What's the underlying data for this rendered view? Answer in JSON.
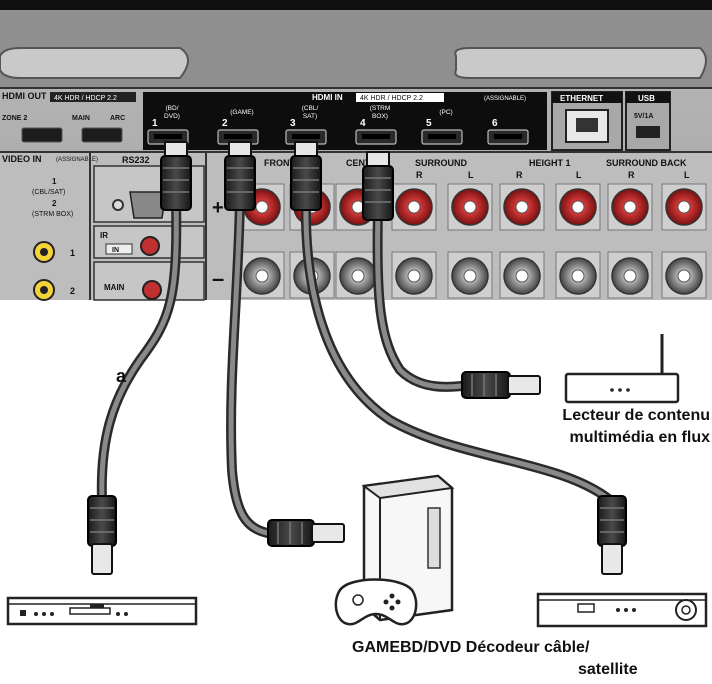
{
  "panel": {
    "hdmi_out": "HDMI OUT",
    "hdmi_out_spec": "4K HDR / HDCP 2.2",
    "zone2": "ZONE 2",
    "main": "MAIN",
    "arc": "ARC",
    "hdmi_in": "HDMI IN",
    "hdmi_in_spec": "4K HDR / HDCP 2.2",
    "assignable": "(ASSIGNABLE)",
    "ethernet": "ETHERNET",
    "usb": "USB",
    "usb_spec": "5V/1A",
    "video_in": "VIDEO IN",
    "video_in_note": "(ASSIGNABLE)",
    "video_in_1": "1",
    "video_in_1_sub": "(CBL/SAT)",
    "video_in_2": "2",
    "video_in_2_sub": "(STRM BOX)",
    "rs232": "RS232",
    "ir": "IR",
    "ir_in": "IN",
    "main_assignable": "MAIN",
    "front": "FRONT",
    "center": "CENTER",
    "surround": "SURROUND",
    "height1": "HEIGHT 1",
    "surround_back": "SURROUND BACK",
    "r": "R",
    "l": "L",
    "plus": "+",
    "minus": "–",
    "ports": [
      {
        "num": "1",
        "sub": "(BD/\nDVD)"
      },
      {
        "num": "2",
        "sub": "(GAME)"
      },
      {
        "num": "3",
        "sub": "(CBL/\nSAT)"
      },
      {
        "num": "4",
        "sub": "(STRM\nBOX)"
      },
      {
        "num": "5",
        "sub": "(PC)"
      },
      {
        "num": "6",
        "sub": ""
      }
    ]
  },
  "labels": {
    "cable": "a",
    "streaming_line1": "Lecteur de contenu",
    "streaming_line2": "multimédia en flux",
    "bottom_line1": "GAMEBD/DVD Décodeur câble/",
    "bottom_line2": "satellite"
  },
  "icons": [
    "bd-dvd-player-icon",
    "game-console-icon",
    "gamepad-icon",
    "set-top-box-icon",
    "streaming-box-icon",
    "hdmi-plug-icon"
  ]
}
